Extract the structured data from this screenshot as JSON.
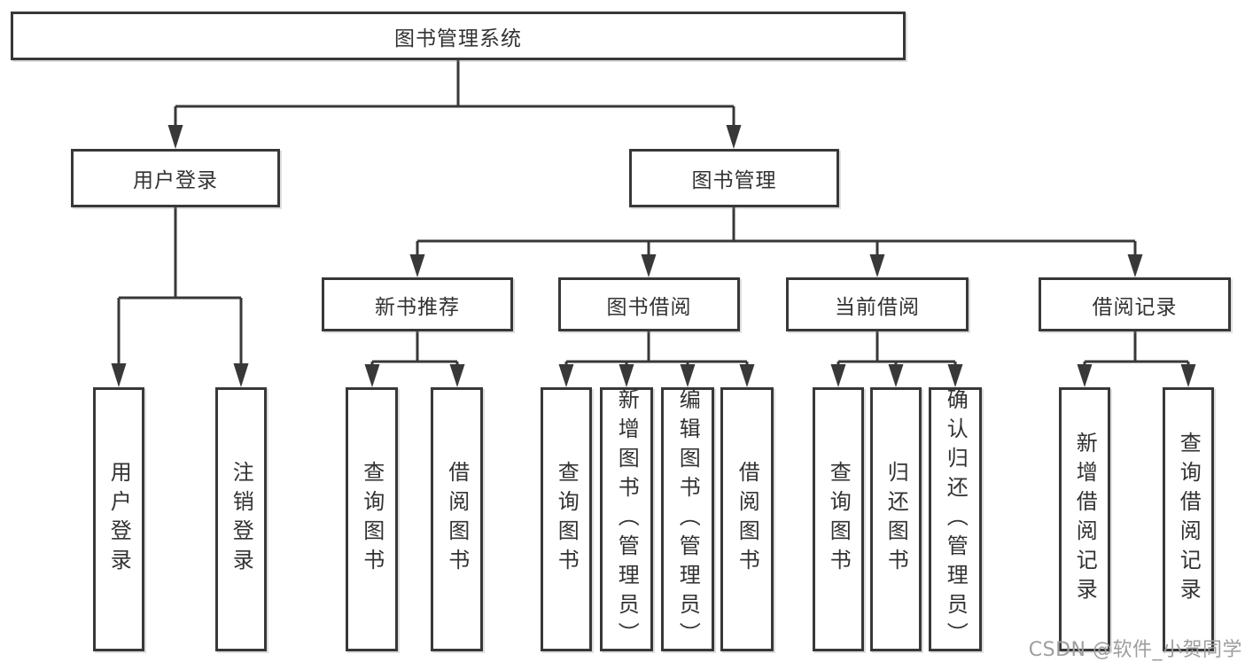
{
  "diagram": {
    "root": {
      "label": "图书管理系统"
    },
    "level2": [
      {
        "label": "用户登录"
      },
      {
        "label": "图书管理"
      }
    ],
    "level3": [
      {
        "label": "新书推荐",
        "parent": "图书管理"
      },
      {
        "label": "图书借阅",
        "parent": "图书管理"
      },
      {
        "label": "当前借阅",
        "parent": "图书管理"
      },
      {
        "label": "借阅记录",
        "parent": "图书管理"
      }
    ],
    "leaves": [
      {
        "label": "用户登录",
        "parent": "用户登录"
      },
      {
        "label": "注销登录",
        "parent": "用户登录"
      },
      {
        "label": "查询图书",
        "parent": "新书推荐"
      },
      {
        "label": "借阅图书",
        "parent": "新书推荐"
      },
      {
        "label": "查询图书",
        "parent": "图书借阅"
      },
      {
        "label": "新增图书（管理员）",
        "parent": "图书借阅"
      },
      {
        "label": "编辑图书（管理员）",
        "parent": "图书借阅"
      },
      {
        "label": "借阅图书",
        "parent": "图书借阅"
      },
      {
        "label": "查询图书",
        "parent": "当前借阅"
      },
      {
        "label": "归还图书",
        "parent": "当前借阅"
      },
      {
        "label": "确认归还（管理员）",
        "parent": "当前借阅"
      },
      {
        "label": "新增借阅记录",
        "parent": "借阅记录"
      },
      {
        "label": "查询借阅记录",
        "parent": "借阅记录"
      }
    ]
  },
  "watermark": {
    "text": "CSDN @软件_小贺同学"
  },
  "colors": {
    "line": "#383838",
    "text": "#323232",
    "watermark": "#9e9e9e",
    "background": "#ffffff"
  }
}
